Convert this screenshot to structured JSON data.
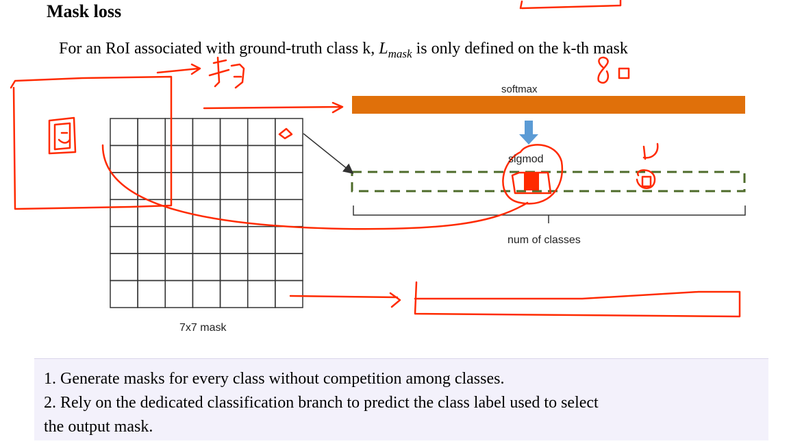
{
  "slide": {
    "title": "Mask loss",
    "subtitle": {
      "prefix": "For an RoI associated with ground-truth class k,",
      "math_symbol": "L",
      "math_sub": "mask",
      "suffix": "is only defined on the k-th mask"
    }
  },
  "diagram": {
    "grid": {
      "rows": 7,
      "cols": 7,
      "caption": "7x7 mask"
    },
    "softmax_label": "softmax",
    "sigmoid_label": "sigmod",
    "num_classes_label": "num of classes",
    "colors": {
      "softmax_bar": "#e0700a",
      "arrow_blue": "#5b9bd5",
      "selected_cell": "#ff2a00",
      "dashed_box": "#4e6b2a",
      "annotation_red": "#ff2a00",
      "grid_line": "#333333"
    }
  },
  "notes": [
    "1. Generate masks for every class without competition among classes.",
    "2. Rely on the dedicated classification branch to predict the class label used to select",
    "the output mask."
  ]
}
